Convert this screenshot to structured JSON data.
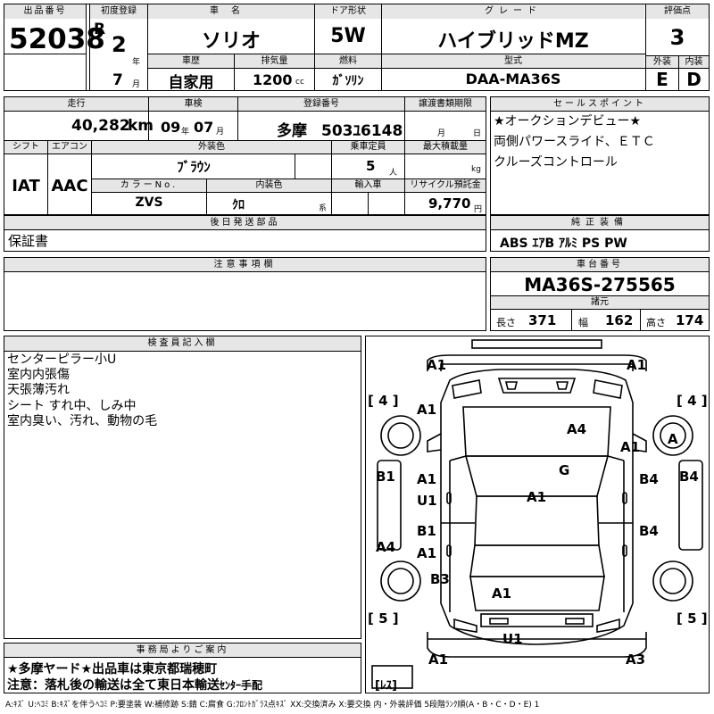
{
  "header": {
    "lot_no_label": "出品番号",
    "lot_no": "52038",
    "first_reg_label": "初度登録",
    "era": "R",
    "first_reg_year": "2",
    "year_unit": "年",
    "first_reg_month": "7",
    "month_unit": "月",
    "name_label": "車名",
    "name": "ソリオ",
    "door_label": "ドア形状",
    "door": "5W",
    "grade_label": "グレード",
    "grade": "ハイブリッドMZ",
    "score_label": "評価点",
    "score": "3",
    "history_label": "車歴",
    "history": "自家用",
    "displacement_label": "排気量",
    "displacement": "1200",
    "cc_unit": "cc",
    "fuel_label": "燃料",
    "fuel": "ｶﾞｿﾘﾝ",
    "model_label": "型式",
    "model": "DAA-MA36S",
    "exterior_label": "外装",
    "exterior": "E",
    "interior_label": "内装",
    "interior": "D"
  },
  "row2": {
    "mileage_label": "走行",
    "mileage": "40,282",
    "km_unit": "km",
    "inspection_label": "車検",
    "insp_year": "09",
    "insp_month": "07",
    "plate_label": "登録番号",
    "plate_area": "多摩",
    "plate_no": "503ﾕ6148",
    "transfer_label": "譲渡書類期限",
    "transfer_month": "月",
    "transfer_day": "日",
    "shift_label": "シフト",
    "shift": "IAT",
    "ac_label": "エアコン",
    "ac": "AAC",
    "color_label": "外装色",
    "color": "ﾌﾞﾗｳﾝ",
    "capacity_label": "乗車定員",
    "capacity": "5",
    "capacity_unit": "人",
    "maxload_label": "最大積載量",
    "maxload_unit": "kg",
    "colorno_label": "カラーNo.",
    "colorno": "ZVS",
    "intcolor_label": "内装色",
    "intcolor": "ｸﾛ",
    "intcolor_unit": "系",
    "import_label": "輸入車",
    "recycle_label": "リサイクル預託金",
    "recycle": "9,770",
    "yen_unit": "円"
  },
  "sales_points": {
    "label": "セールスポイント",
    "lines": [
      "★オークションデビュー★",
      "両側パワースライド、ＥＴＣ",
      "クルーズコントロール"
    ]
  },
  "later_parts": {
    "label": "後日発送部品",
    "value": "保証書"
  },
  "genuine": {
    "label": "純正装備",
    "value": "ABS ｴｱB ｱﾙﾐ PS PW"
  },
  "caution": {
    "label": "注意事項欄"
  },
  "chassis": {
    "label": "車台番号",
    "value": "MA36S-275565"
  },
  "specs": {
    "label": "諸元",
    "length_label": "長さ",
    "length": "371",
    "width_label": "幅",
    "width": "162",
    "height_label": "高さ",
    "height": "174"
  },
  "inspector": {
    "label": "検査員記入欄",
    "lines": [
      "センターピラー小U",
      "室内内張傷",
      "天張薄汚れ",
      "シート すれ中、しみ中",
      "室内臭い、汚れ、動物の毛"
    ]
  },
  "office": {
    "label": "事務局よりご案内",
    "line1": "★多摩ヤード★出品車は東京都瑞穂町",
    "line2_main": "注意：落札後の輸送は全て東日本輸送",
    "line2_small": "ｾﾝﾀｰ手配"
  },
  "diagram": {
    "marks": [
      {
        "id": "front-bumper-left",
        "t": "A1"
      },
      {
        "id": "front-bumper-right",
        "t": "A1"
      },
      {
        "id": "tire-front-left-bracket",
        "t": "[ 4 ]"
      },
      {
        "id": "tire-front-right-bracket",
        "t": "[ 4 ]"
      },
      {
        "id": "front-fender-left",
        "t": "A1"
      },
      {
        "id": "hood",
        "t": "A4"
      },
      {
        "id": "front-fender-right",
        "t": "A1"
      },
      {
        "id": "wheel-front-right",
        "t": "A"
      },
      {
        "id": "windshield",
        "t": "G"
      },
      {
        "id": "rocker-left",
        "t": "B1"
      },
      {
        "id": "front-door-left-a",
        "t": "A1"
      },
      {
        "id": "front-door-left-u",
        "t": "U1"
      },
      {
        "id": "roof",
        "t": "A1"
      },
      {
        "id": "front-door-right",
        "t": "B4"
      },
      {
        "id": "rocker-right",
        "t": "B4"
      },
      {
        "id": "rear-door-left-b",
        "t": "B1"
      },
      {
        "id": "rear-door-left-a",
        "t": "A1"
      },
      {
        "id": "rear-door-right",
        "t": "B4"
      },
      {
        "id": "wheel-rear-left-side",
        "t": "A4"
      },
      {
        "id": "rear-fender-left",
        "t": "B3"
      },
      {
        "id": "trunk",
        "t": "A1"
      },
      {
        "id": "tire-rear-left-bracket",
        "t": "[ 5 ]"
      },
      {
        "id": "tire-rear-right-bracket",
        "t": "[ 5 ]"
      },
      {
        "id": "rear-bumper-center",
        "t": "U1"
      },
      {
        "id": "rear-bumper-left",
        "t": "A1"
      },
      {
        "id": "rear-bumper-right",
        "t": "A3"
      },
      {
        "id": "spare-tire",
        "t": "[ﾚｽ]"
      }
    ]
  },
  "legend": "A:ｷｽﾞ U:ﾍｺﾐ B:ｷｽﾞを伴うﾍｺﾐ P:要塗装 W:補修跡 S:錆 C:腐食 G:ﾌﾛﾝﾄｶﾞﾗｽ点ｷｽﾞ XX:交換済み X:要交換 内・外装評価 5段階ﾗﾝｸ順(A・B・C・D・E) 1"
}
